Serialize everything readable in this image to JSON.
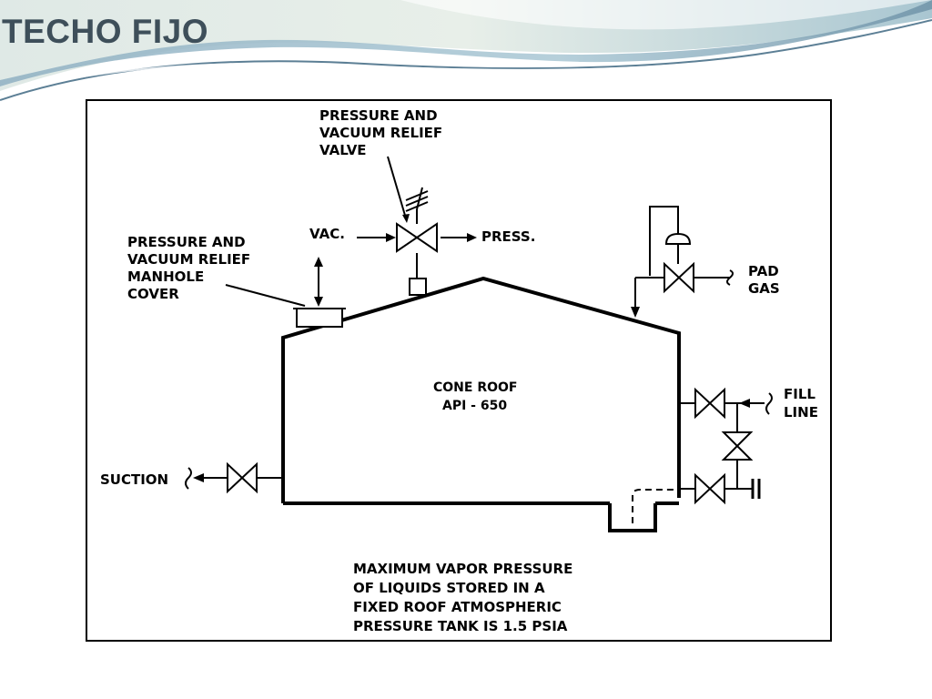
{
  "slide": {
    "title": "TECHO FIJO"
  },
  "diagram": {
    "labels": {
      "pv_valve": [
        "PRESSURE AND",
        "VACUUM RELIEF",
        "VALVE"
      ],
      "vac": "VAC.",
      "press": "PRESS.",
      "manhole": [
        "PRESSURE AND",
        "VACUUM RELIEF",
        "MANHOLE",
        "COVER"
      ],
      "pad_gas": [
        "PAD",
        "GAS"
      ],
      "tank": [
        "CONE ROOF",
        "API - 650"
      ],
      "fill_line": [
        "FILL",
        "LINE"
      ],
      "suction": "SUCTION",
      "note": [
        "MAXIMUM VAPOR PRESSURE",
        "OF LIQUIDS STORED IN A",
        "FIXED ROOF ATMOSPHERIC",
        "PRESSURE TANK IS 1.5 PSIA"
      ]
    }
  },
  "colors": {
    "title": "#3e4f5a",
    "banner_dark": "#6d8fa6",
    "banner_light": "#b9d3dc",
    "line": "#000000"
  }
}
